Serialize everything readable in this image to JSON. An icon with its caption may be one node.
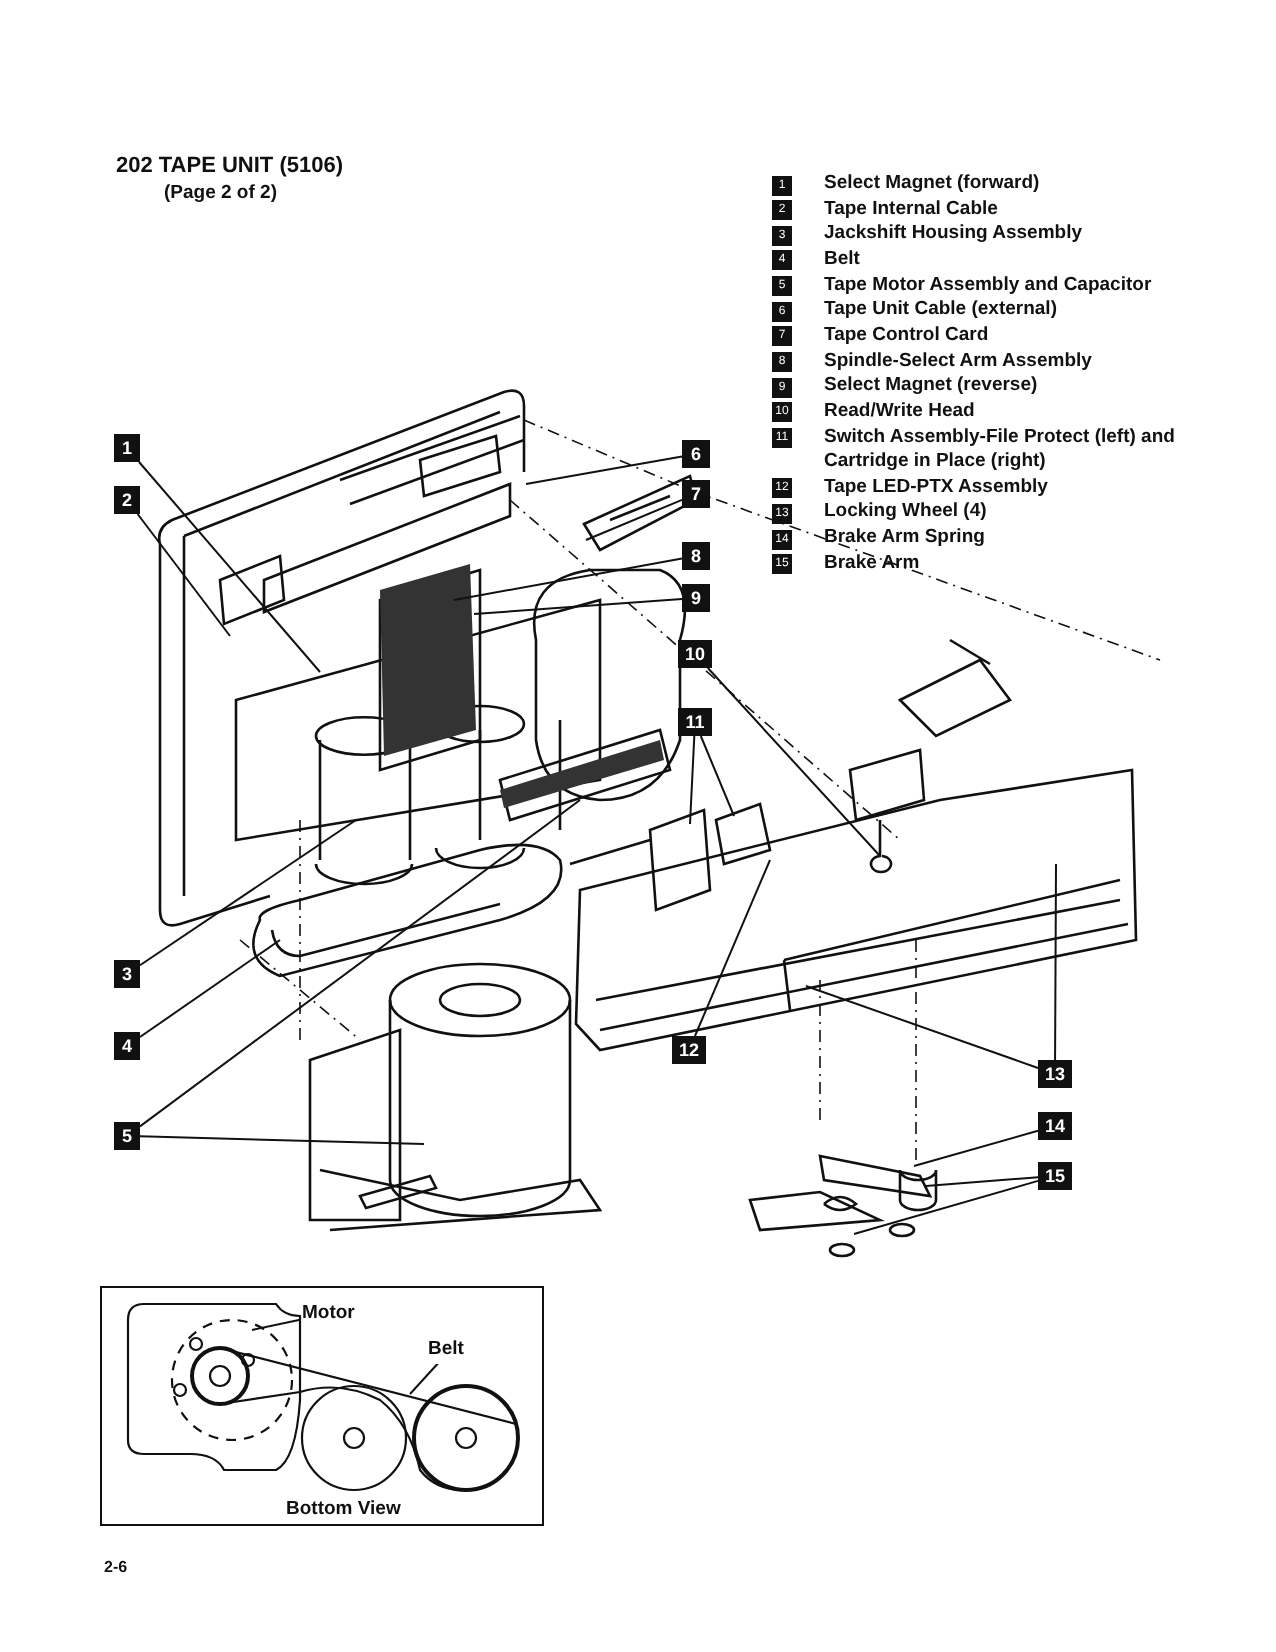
{
  "diagram": {
    "title": "202 TAPE UNIT (5106)",
    "nodes": [
      {
        "text": [
          "1"
        ]
      },
      {
        "text": [
          "2"
        ]
      },
      {
        "text": [
          "3"
        ]
      },
      {
        "text": [
          "4"
        ]
      },
      {
        "text": [
          "5"
        ]
      },
      {
        "text": [
          "6"
        ]
      },
      {
        "text": [
          "7"
        ]
      },
      {
        "text": [
          "8"
        ]
      },
      {
        "text": [
          "9"
        ]
      },
      {
        "text": [
          "10"
        ]
      },
      {
        "text": [
          "11"
        ]
      },
      {
        "text": [
          "12"
        ]
      },
      {
        "text": [
          "13"
        ]
      },
      {
        "text": [
          "14"
        ]
      },
      {
        "text": [
          "15"
        ]
      },
      {
        "text": [
          "Bottom View"
        ]
      },
      {
        "text": [
          "Motor"
        ],
        "in": 15
      },
      {
        "text": [
          "Belt"
        ],
        "in": 15
      }
    ],
    "edges": [
      {
        "from": 0,
        "to": null,
        "arrow": "none"
      },
      {
        "from": 1,
        "to": null,
        "arrow": "none"
      },
      {
        "from": 2,
        "to": null,
        "arrow": "none"
      },
      {
        "from": 3,
        "to": null,
        "arrow": "none"
      },
      {
        "from": 4,
        "to": null,
        "arrow": "none"
      },
      {
        "from": 4,
        "to": null,
        "arrow": "none"
      },
      {
        "from": 5,
        "to": null,
        "arrow": "none"
      },
      {
        "from": 6,
        "to": null,
        "arrow": "none"
      },
      {
        "from": 7,
        "to": null,
        "arrow": "none"
      },
      {
        "from": 8,
        "to": null,
        "arrow": "none"
      },
      {
        "from": 9,
        "to": null,
        "arrow": "none"
      },
      {
        "from": 10,
        "to": null,
        "arrow": "none"
      },
      {
        "from": 10,
        "to": null,
        "arrow": "none"
      },
      {
        "from": 11,
        "to": null,
        "arrow": "none"
      },
      {
        "from": 12,
        "to": null,
        "arrow": "none"
      },
      {
        "from": 12,
        "to": null,
        "arrow": "none"
      },
      {
        "from": 13,
        "to": null,
        "arrow": "none"
      },
      {
        "from": 14,
        "to": null,
        "arrow": "none"
      },
      {
        "from": 14,
        "to": null,
        "arrow": "none"
      },
      {
        "from": 16,
        "to": null,
        "arrow": "none"
      },
      {
        "from": 17,
        "to": null,
        "arrow": "none"
      }
    ],
    "labels": [
      "(Page 2 of 2)",
      "1",
      "Select Magnet (forward)",
      "2",
      "Tape Internal Cable",
      "3",
      "Jackshift Housing Assembly",
      "4",
      "Belt",
      "5",
      "Tape Motor Assembly and Capacitor",
      "6",
      "Tape Unit Cable (external)",
      "7",
      "Tape Control Card",
      "8",
      "Spindle-Select Arm Assembly",
      "9",
      "Select Magnet (reverse)",
      "10",
      "Read/Write Head",
      "11",
      "Switch Assembly-File Protect (left) and Cartridge in Place (right)",
      "12",
      "Tape LED-PTX Assembly",
      "13",
      "Locking Wheel (4)",
      "14",
      "Brake Arm Spring",
      "15",
      "Brake Arm",
      "2-6"
    ]
  }
}
